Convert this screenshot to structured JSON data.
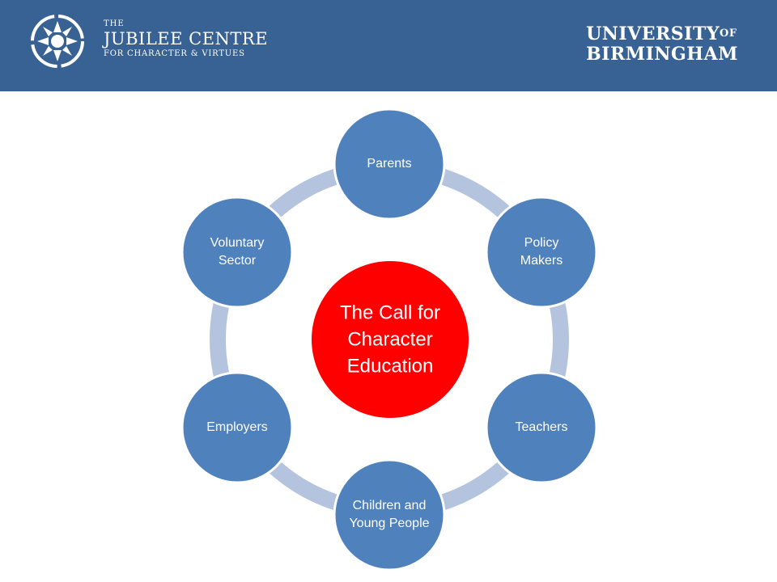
{
  "header": {
    "jubilee_the": "THE",
    "jubilee_name": "JUBILEE CENTRE",
    "jubilee_sub": "FOR CHARACTER & VIRTUES",
    "university_line1": "UNIVERSITY",
    "university_of": "OF",
    "university_line2": "BIRMINGHAM"
  },
  "diagram": {
    "center": "The Call for Character Education",
    "nodes": [
      {
        "label": "Parents"
      },
      {
        "label": "Policy Makers"
      },
      {
        "label": "Teachers"
      },
      {
        "label": "Children and Young People"
      },
      {
        "label": "Employers"
      },
      {
        "label": "Voluntary Sector"
      }
    ]
  },
  "colors": {
    "header": "#386293",
    "node": "#4F81BD",
    "center": "#FF0000",
    "ring": "#B4C4DE"
  }
}
